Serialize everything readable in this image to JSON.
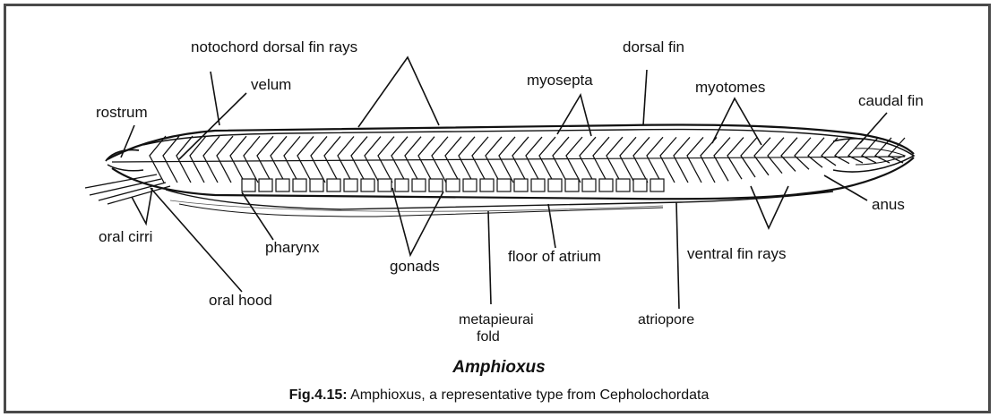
{
  "labels": {
    "notochord_dorsal_fin_rays": "notochord dorsal fin rays",
    "dorsal_fin": "dorsal fin",
    "velum": "velum",
    "rostrum": "rostrum",
    "myosepta": "myosepta",
    "myotomes": "myotomes",
    "caudal_fin": "caudal fin",
    "anus": "anus",
    "oral_cirri": "oral cirri",
    "pharynx": "pharynx",
    "gonads": "gonads",
    "floor_of_atrium": "floor of atrium",
    "ventral_fin_rays": "ventral fin rays",
    "oral_hood": "oral hood",
    "metapleural_fold_line1": "metapieurai",
    "metapleural_fold_line2": "fold",
    "atriopore": "atriopore"
  },
  "title": "Amphioxus",
  "caption": {
    "figure_number": "Fig.4.15:",
    "text": " Amphioxus, a representative type from Cepholochordata"
  },
  "colors": {
    "ink": "#111111",
    "frame": "#4a4a4a",
    "background": "#ffffff"
  }
}
